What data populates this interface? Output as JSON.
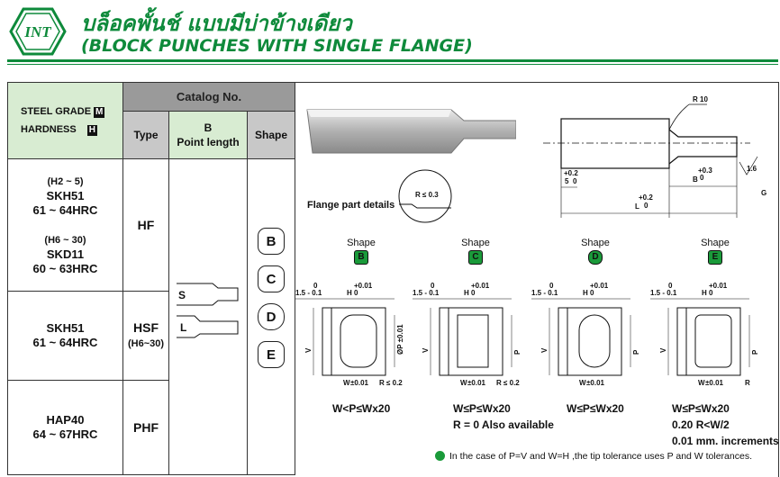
{
  "header": {
    "logo_text": "INT",
    "title_th": "บล็อคพั้นช์ แบบมีบ่าข้างเดียว",
    "title_en": "(BLOCK PUNCHES WITH SINGLE FLANGE)"
  },
  "table": {
    "steel_grade_label": "STEEL GRADE",
    "steel_grade_badge": "M",
    "hardness_label": "HARDNESS",
    "hardness_badge": "H",
    "catalog_header": "Catalog No.",
    "col_type": "Type",
    "col_b": "B",
    "col_point_length": "Point length",
    "col_shape": "Shape",
    "rows": [
      {
        "g1": "(H2 ~ 5)",
        "g2": "SKH51",
        "g3": "61 ~ 64HRC",
        "g4": "(H6 ~ 30)",
        "g5": "SKD11",
        "g6": "60 ~ 63HRC",
        "type": "HF"
      },
      {
        "g1": "SKH51",
        "g2": "61 ~ 64HRC",
        "type": "HSF",
        "type_sub": "(H6~30)"
      },
      {
        "g1": "HAP40",
        "g2": "64 ~ 67HRC",
        "type": "PHF"
      }
    ],
    "s_label": "S",
    "l_label": "L",
    "shapes": [
      "B",
      "C",
      "D",
      "E"
    ]
  },
  "drawing": {
    "flange_label": "Flange part details",
    "r_small": "R ≤ 0.3",
    "r10": "R 10",
    "roughness": "1.6",
    "g_label": "G",
    "dim_5": "5",
    "dim_5_tol": "+0.2",
    "dim_5_tol2": "0",
    "dim_b": "B",
    "dim_b_tol": "+0.3",
    "dim_b_tol2": "0",
    "dim_l": "L",
    "dim_l_tol": "+0.2",
    "dim_l_tol2": "0",
    "shape_label": "Shape",
    "shape_letters": [
      "B",
      "C",
      "D",
      "E"
    ],
    "h_tol": "+0.01",
    "h_tol2": "0",
    "h_lbl": "H",
    "flange_dim": "1.5 - 0.1",
    "zero": "0",
    "v_lbl": "V",
    "p_lbl": "P",
    "w_lbl": "W",
    "pm001": "±0.01",
    "dp_lbl": "ØP ±0.01",
    "r02": "R ≤ 0.2",
    "r_lbl": "R",
    "caption_b": "W<P≤Wx20",
    "caption_c1": "W≤P≤Wx20",
    "caption_c2": "R = 0  Also available",
    "caption_d": "W≤P≤Wx20",
    "caption_e1": "W≤P≤Wx20",
    "caption_e2": "0.20  R<W/2",
    "caption_e3": "0.01 mm. increments",
    "footnote": "In the case of P=V and W=H ,the tip tolerance uses P and W tolerances.",
    "accent_color": "#0e8a3b"
  }
}
